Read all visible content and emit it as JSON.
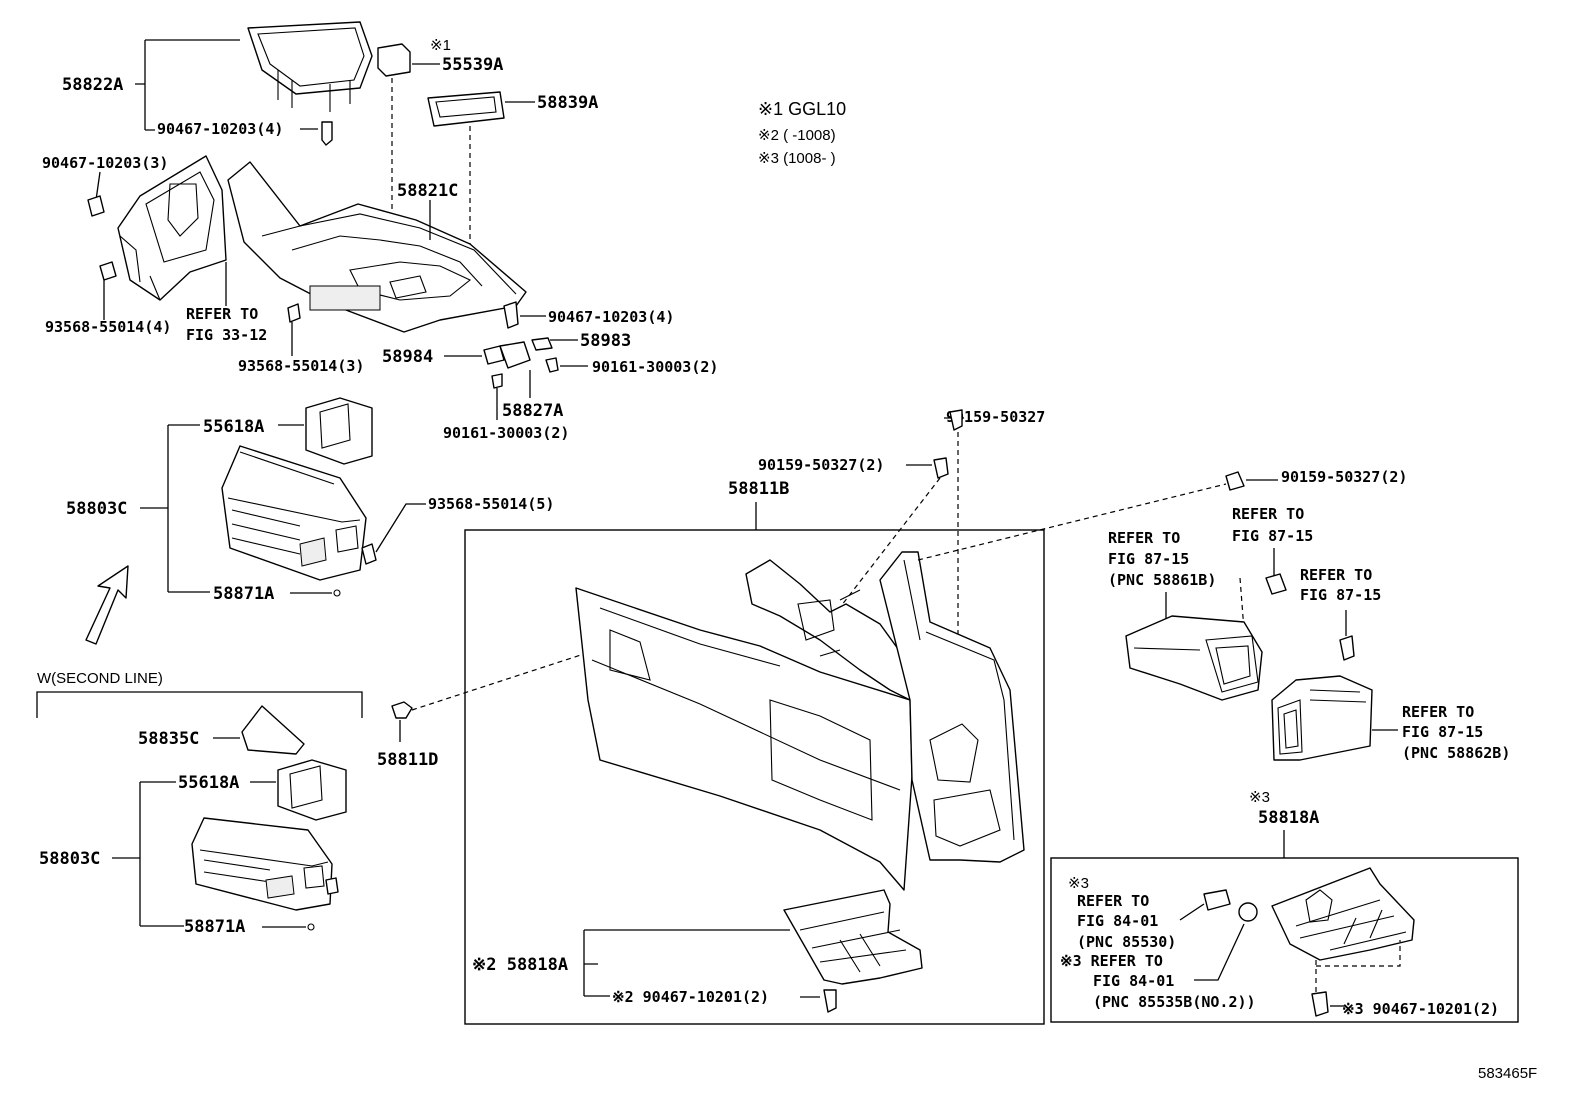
{
  "notes": {
    "n1": "※1 GGL10",
    "n2": "※2 (    -1008)",
    "n3": "※3 (1008-    )"
  },
  "labels": {
    "p58822A": "58822A",
    "p90467_10203_4a": "90467-10203(4)",
    "p55539A": "55539A",
    "p55539A_mark": "※1",
    "p58839A": "58839A",
    "p90467_10203_3": "90467-10203(3)",
    "p58821C": "58821C",
    "p93568_55014_4": "93568-55014(4)",
    "refer_fig33_line1": "REFER TO",
    "refer_fig33_line2": "FIG 33-12",
    "p93568_55014_3": "93568-55014(3)",
    "p90467_10203_4b": "90467-10203(4)",
    "p58984": "58984",
    "p58983": "58983",
    "p90161_30003_2a": "90161-30003(2)",
    "p58827A": "58827A",
    "p90161_30003_2b": "90161-30003(2)",
    "p55618A_1": "55618A",
    "p58803C_1": "58803C",
    "p93568_55014_5": "93568-55014(5)",
    "p58871A_1": "58871A",
    "w_second_line": "W(SECOND LINE)",
    "p58835C": "58835C",
    "p55618A_2": "55618A",
    "p58803C_2": "58803C",
    "p58871A_2": "58871A",
    "p58811D": "58811D",
    "p90159_50327": "90159-50327",
    "p90159_50327_2a": "90159-50327(2)",
    "p58811B": "58811B",
    "p90159_50327_2b": "90159-50327(2)",
    "refer_8715a_1": "REFER TO",
    "refer_8715a_2": "FIG 87-15",
    "refer_8715a_3": "(PNC 58861B)",
    "refer_8715b_1": "REFER TO",
    "refer_8715b_2": "FIG 87-15",
    "refer_8715c_1": "REFER TO",
    "refer_8715c_2": "FIG 87-15",
    "refer_8715d_1": "REFER TO",
    "refer_8715d_2": "FIG 87-15",
    "refer_8715d_3": "(PNC 58862B)",
    "p58818A_mark": "※3",
    "p58818A_right": "58818A",
    "p58818A_left": "※2 58818A",
    "p90467_10201_2a": "※2 90467-10201(2)",
    "box_mark3": "※3",
    "refer_8401a_1": "REFER TO",
    "refer_8401a_2": "FIG 84-01",
    "refer_8401a_3": "(PNC 85530)",
    "refer_8401b_1": "※3 REFER TO",
    "refer_8401b_2": "FIG 84-01",
    "refer_8401b_3": "(PNC 85535B(NO.2))",
    "p90467_10201_2b": "※3 90467-10201(2)",
    "fig_code": "583465F"
  }
}
